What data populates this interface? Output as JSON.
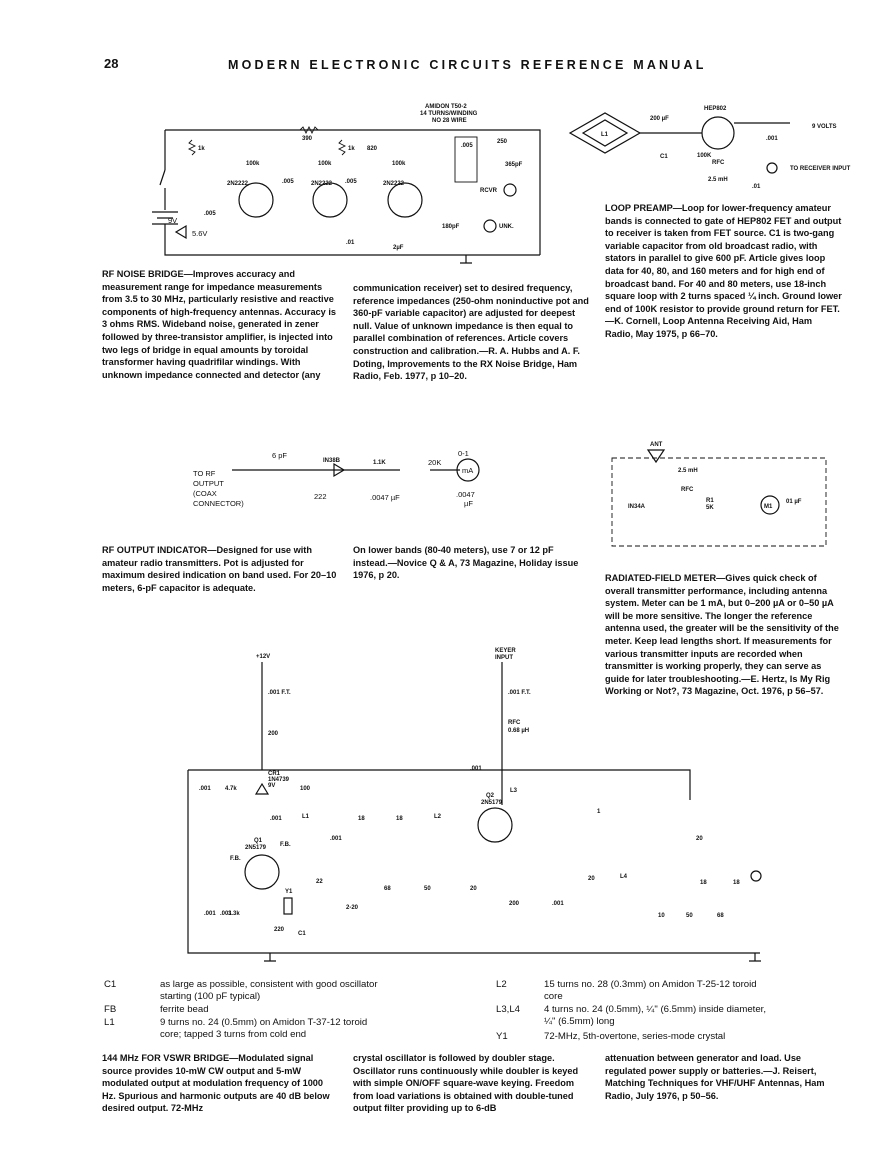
{
  "header": {
    "page_number": "28",
    "title": "MODERN ELECTRONIC CIRCUITS REFERENCE MANUAL"
  },
  "rf_noise_bridge": {
    "caption_left": "RF NOISE BRIDGE—Improves accuracy and measurement range for impedance measurements from 3.5 to 30 MHz, particularly resistive and reactive components of high-frequency antennas. Accuracy is 3 ohms RMS. Wideband noise, generated in zener followed by three-transistor amplifier, is injected into two legs of bridge in equal amounts by toroidal transformer having quadrifilar windings. With unknown impedance connected and detector (any",
    "caption_right": "communication receiver) set to desired frequency, reference impedances (250-ohm noninductive pot and 360-pF variable capacitor) are adjusted for deepest null. Value of unknown impedance is then equal to parallel combination of references. Article covers construction and calibration.—R. A. Hubbs and A. F. Doting, Improvements to the RX Noise Bridge, Ham Radio, Feb. 1977, p 10–20.",
    "labels": {
      "toroid": "AMIDON T50-2",
      "turns": "14 TURNS/WINDING",
      "wire": "NO 28 WIRE",
      "r390": "390",
      "r1k_a": "1k",
      "r1k_b": "1k",
      "r820": "820",
      "r100k_a": "100k",
      "r100k_b": "100k",
      "r100k_c": "100k",
      "q1": "2N2222",
      "q2": "2N2222",
      "q3": "2N2222",
      "c005_a": ".005",
      "c005_b": ".005",
      "c005_c": ".005",
      "c005_d": ".005",
      "r250": "250",
      "c365": "365pF",
      "rcvr": "RCVR",
      "unk": "UNK.",
      "c180": "180pF",
      "c01": ".01",
      "c2uf": "2µF",
      "batt": "9V",
      "zener": "5.6V"
    }
  },
  "loop_preamp": {
    "caption": "LOOP PREAMP—Loop for lower-frequency amateur bands is connected to gate of HEP802 FET and output to receiver is taken from FET source. C1 is two-gang variable capacitor from old broadcast radio, with stators in parallel to give 600 pF. Article gives loop data for 40, 80, and 160 meters and for high end of broadcast band. For 40 and 80 meters, use 18-inch square loop with 2 turns spaced ¼ inch. Ground lower end of 100K resistor to provide ground return for FET.—K. Cornell, Loop Antenna Receiving Aid, Ham Radio, May 1975, p 66–70.",
    "labels": {
      "fet": "HEP802",
      "c200": "200 µF",
      "c1": "C1",
      "r100k": "100K",
      "l1": "L1",
      "c001": ".001",
      "volts": "9 VOLTS",
      "rfc": "RFC",
      "rfc_val": "2.5 mH",
      "c01": ".01",
      "out": "TO RECEIVER INPUT"
    }
  },
  "rf_output_indicator": {
    "caption_left": "RF OUTPUT INDICATOR—Designed for use with amateur radio transmitters. Pot is adjusted for maximum desired indication on band used. For 20–10 meters, 6-pF capacitor is adequate.",
    "caption_right": "On lower bands (80-40 meters), use 7 or 12 pF instead.—Novice Q & A, 73 Magazine, Holiday issue 1976, p 20.",
    "labels": {
      "c6pf": "6 pF",
      "diode": "IN38B",
      "r11k": "1.1K",
      "r20k": "20K",
      "meter_range": "0-1",
      "meter": "mA",
      "input_1": "TO RF",
      "input_2": "OUTPUT",
      "input_3": "(COAX",
      "input_4": "CONNECTOR)",
      "r222": "222",
      "c0047_a": ".0047 µF",
      "c0047_b": ".0047",
      "c0047_b_unit": "µF"
    }
  },
  "radiated_field_meter": {
    "caption": "RADIATED-FIELD METER—Gives quick check of overall transmitter performance, including antenna system. Meter can be 1 mA, but 0–200 µA or 0–50 µA will be more sensitive. The longer the reference antenna used, the greater will be the sensitivity of the meter. Keep lead lengths short. If measurements for various transmitter inputs are recorded when transmitter is working properly, they can serve as guide for later troubleshooting.—E. Hertz, Is My Rig Working or Not?, 73 Magazine, Oct. 1976, p 56–57.",
    "labels": {
      "ant": "ANT",
      "l": "2.5 mH",
      "rfc": "RFC",
      "diode": "IN34A",
      "r1": "R1",
      "r1_val": "5K",
      "c": "01 µF",
      "meter": "M1"
    }
  },
  "vswr_bridge": {
    "parts_left": [
      {
        "key": "C1",
        "value": "as large as possible, consistent with good oscillator\nstarting (100 pF typical)"
      },
      {
        "key": "FB",
        "value": "ferrite bead"
      },
      {
        "key": "L1",
        "value": "9 turns no. 24 (0.5mm) on Amidon T-37-12 toroid\ncore; tapped 3 turns from cold end"
      }
    ],
    "parts_right": [
      {
        "key": "L2",
        "value": "15 turns no. 28 (0.3mm) on Amidon T-25-12 toroid\ncore"
      },
      {
        "key": "L3,L4",
        "value": "4 turns no. 24 (0.5mm), ¼\" (6.5mm) inside diameter,\n¼\" (6.5mm) long"
      },
      {
        "key": "Y1",
        "value": "72-MHz, 5th-overtone, series-mode crystal"
      }
    ],
    "caption_1": "144 MHz FOR VSWR BRIDGE—Modulated signal source provides 10-mW CW output and 5-mW modulated output at modulation frequency of 1000 Hz. Spurious and harmonic outputs are 40 dB below desired output. 72-MHz",
    "caption_2": "crystal oscillator is followed by doubler stage. Oscillator runs continuously while doubler is keyed with simple ON/OFF square-wave keying. Freedom from load variations is obtained with double-tuned output filter providing up to 6-dB",
    "caption_3": "attenuation between generator and load. Use regulated power supply or batteries.—J. Reisert, Matching Techniques for VHF/UHF Antennas, Ham Radio, July 1976, p 50–56.",
    "labels": {
      "v12": "+12V",
      "keyer": "KEYER",
      "keyer2": "INPUT",
      "c001ft_a": ".001 F.T.",
      "c001ft_b": ".001 F.T.",
      "r200_a": "200",
      "rfc": "RFC",
      "rfc_val": "0.68 µH",
      "c001_a": ".001",
      "r47k": "4.7k",
      "cr1": "CR1",
      "cr1_part": "1N4739",
      "cr1_v": "9V",
      "r100": "100",
      "c001_b": ".001",
      "l1": "L1",
      "c001_c": ".001",
      "q1": "Q1",
      "q1_part": "2N5179",
      "fb_a": "F.B.",
      "fb_b": "F.B.",
      "c001_d": ".001",
      "r33k": "3.3k",
      "y1": "Y1",
      "c22": "22",
      "c2_20": "2-20",
      "r220": "220",
      "c1": "C1",
      "c18_a": "18",
      "c18_b": "18",
      "l2": "L2",
      "c68": "68",
      "c50_a": "50",
      "c20_a": "20",
      "c001_e": ".001",
      "l3": "L3",
      "q2": "Q2",
      "q2_part": "2N5179",
      "r200_b": "200",
      "c001_f": ".001",
      "c1_out": "1",
      "c20_b": "20",
      "c20_c": "20",
      "l4": "L4",
      "c10": "10",
      "c50_b": "50",
      "r18_a": "18",
      "r18_b": "18",
      "r68": "68"
    }
  }
}
